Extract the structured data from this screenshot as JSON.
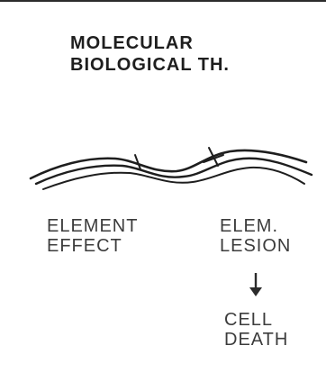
{
  "title": {
    "line1": "MOLECULAR",
    "line2": "BIOLOGICAL  TH."
  },
  "left_label": {
    "line1": "ELEMENT",
    "line2": "EFFECT"
  },
  "right_label": {
    "line1": "ELEM.",
    "line2": "LESION"
  },
  "outcome_label": {
    "line1": "CELL",
    "line2": "DEATH"
  },
  "colors": {
    "ink": "#1e1e1e",
    "label_ink": "#3c3c3c",
    "background": "#ffffff"
  }
}
